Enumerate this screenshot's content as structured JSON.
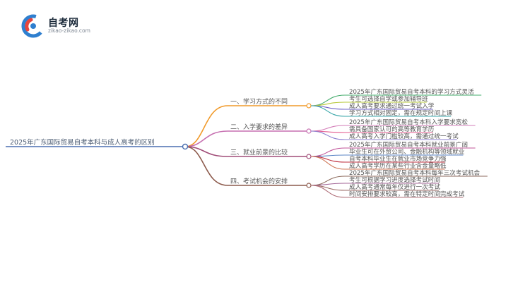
{
  "site": {
    "title": "自考网",
    "url": "zikao-zikao.com"
  },
  "mindmap": {
    "root": "2025年广东国际贸易自考本科与成人高考的区别",
    "branches": [
      {
        "label": "一、学习方式的不同",
        "color": "#f19a2a",
        "leaves": [
          {
            "text": "2025年广东国际贸易自考本科的学习方式灵活",
            "color": "#46ad6e"
          },
          {
            "text": "考生可选择自学或参加辅导班",
            "color": "#b7c93a"
          },
          {
            "text": "成人高考要求通过统一考试入学",
            "color": "#6f63c7"
          },
          {
            "text": "学习方式相对固定，需在规定时间上课",
            "color": "#37a6a8"
          }
        ]
      },
      {
        "label": "二、入学要求的差异",
        "color": "#c66fb0",
        "leaves": [
          {
            "text": "2025年广东国际贸易自考本科入学要求宽松",
            "color": "#d37cb8"
          },
          {
            "text": "需具备国家认可的高等教育学历",
            "color": "#e35a8e"
          },
          {
            "text": "成人高考入学门槛较高，需通过统一考试",
            "color": "#8b7fd0"
          }
        ]
      },
      {
        "label": "三、就业前景的比较",
        "color": "#a04d78",
        "leaves": [
          {
            "text": "2025年广东国际贸易自考本科就业前景广阔",
            "color": "#c0549a"
          },
          {
            "text": "毕业生可在外贸公司、金融机构等领域就业",
            "color": "#5b86c5"
          },
          {
            "text": "自考本科毕业生在就业市场竞争力强",
            "color": "#bf2f3f"
          },
          {
            "text": "成人高考学历在某些行业含金量略低",
            "color": "#d07a5a"
          }
        ]
      },
      {
        "label": "四、考试机会的安排",
        "color": "#8c5a4c",
        "leaves": [
          {
            "text": "2025年广东国际贸易自考本科每年三次考试机会",
            "color": "#8d6a5c"
          },
          {
            "text": "考生可根据学习进度选择考试时间",
            "color": "#a56a9a"
          },
          {
            "text": "成人高考通常每年仅进行一次考试",
            "color": "#9a6a64"
          },
          {
            "text": "时间安排要求较高，需在特定时间完成考试",
            "color": "#b0707a"
          }
        ]
      }
    ]
  }
}
